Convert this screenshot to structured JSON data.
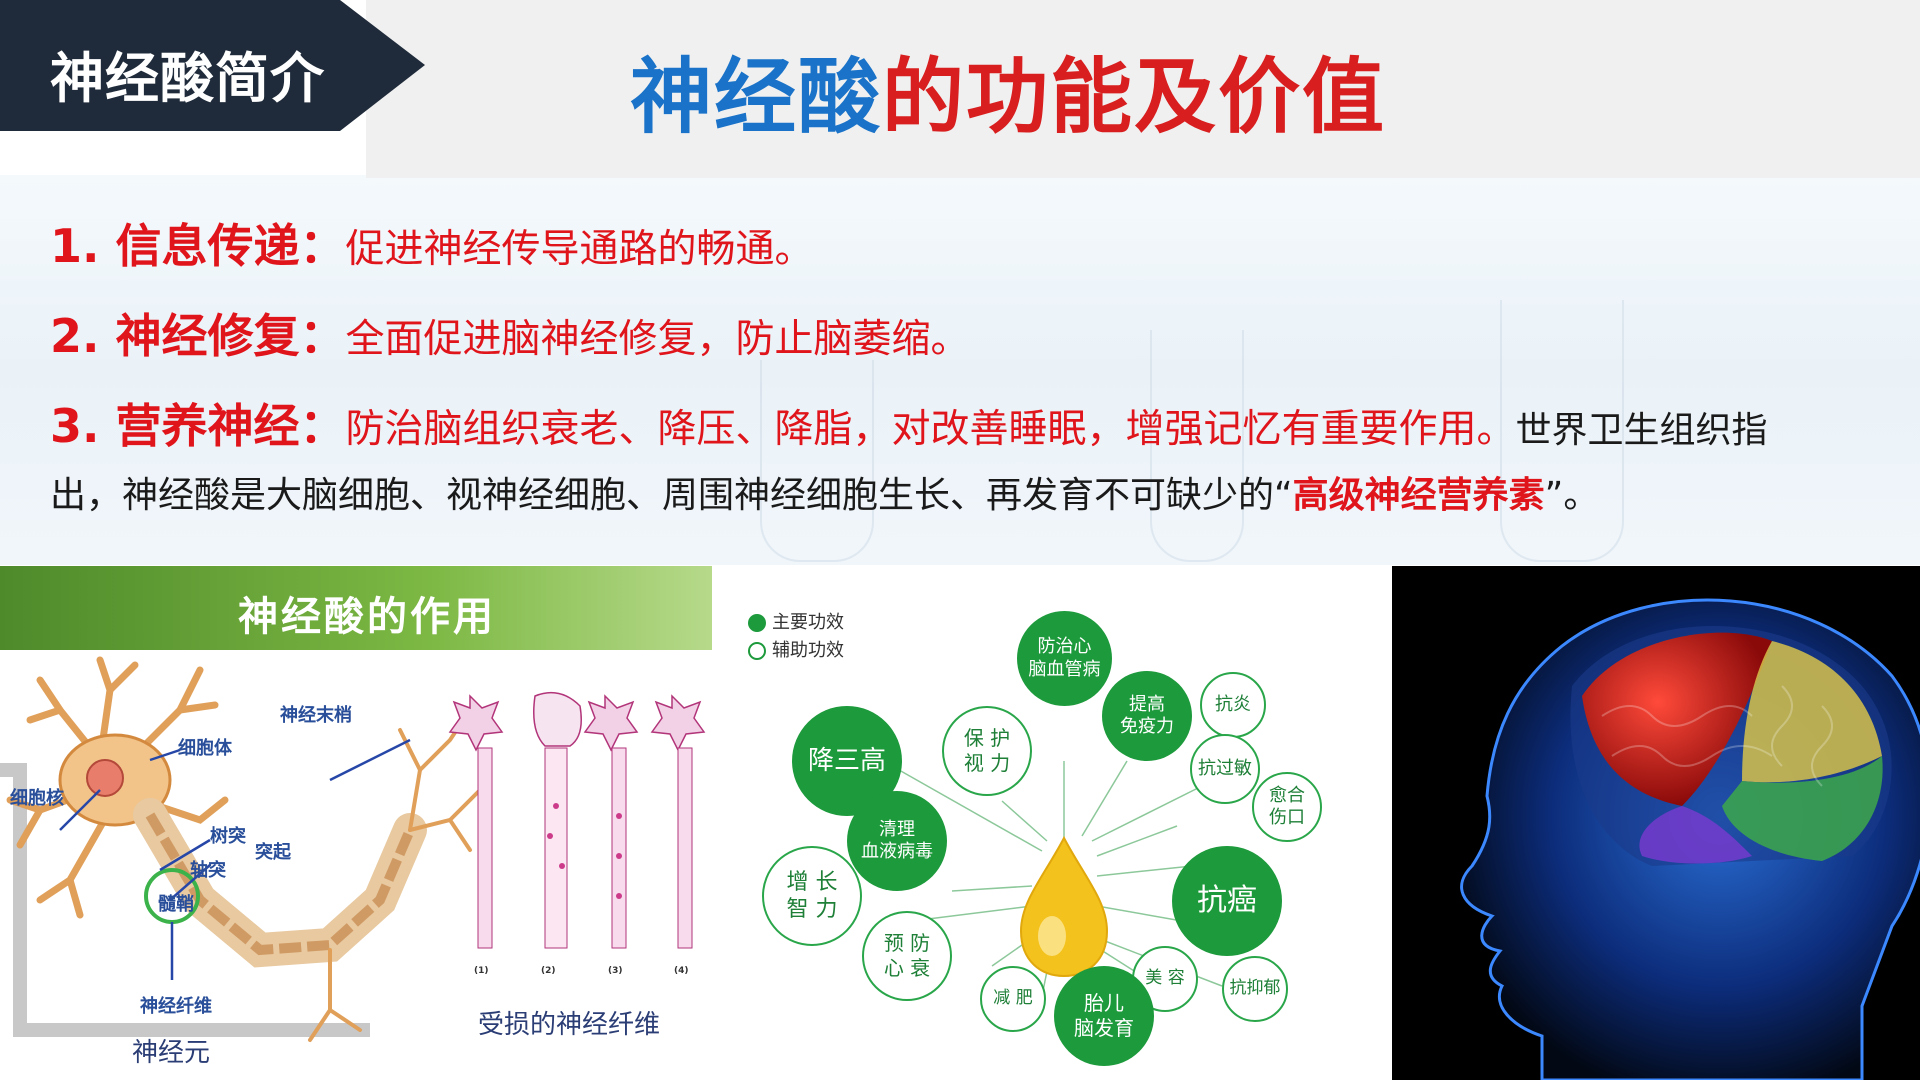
{
  "header": {
    "section_tag": "神经酸简介",
    "title_blue": "神经酸",
    "title_red": "的功能及价值"
  },
  "items": [
    {
      "head": "1. 信息传递：",
      "body": "促进神经传导通路的畅通。"
    },
    {
      "head": "2. 神经修复：",
      "body": "全面促进脑神经修复，防止脑萎缩。"
    },
    {
      "head": "3. 营养神经：",
      "body": "防治脑组织衰老、降压、降脂，对改善睡眠，增强记忆有重要作用。",
      "tail": "世界卫生组织指"
    }
  ],
  "continuation": {
    "text_before": "出，神经酸是大脑细胞、视神经细胞、周围神经细胞生长、再发育不可缺少的“",
    "highlight": "高级神经营养素",
    "text_after": "”。"
  },
  "neuron_panel": {
    "banner": "神经酸的作用",
    "labels": {
      "cell_body": "细胞体",
      "nucleus": "细胞核",
      "dendrite": "树突",
      "axon": "轴突",
      "process": "突起",
      "myelin": "髓鞘",
      "nerve_ending": "神经末梢",
      "nerve_fiber": "神经纤维"
    },
    "caption_neuron": "神经元",
    "caption_damaged": "受损的神经纤维",
    "stage_labels": [
      "(1)",
      "(2)",
      "(3)",
      "(4)"
    ]
  },
  "benefits_panel": {
    "legend_main": "主要功效",
    "legend_aux": "辅助功效",
    "bubbles": [
      {
        "text": "防治心\n脑血管病",
        "kind": "main"
      },
      {
        "text": "提高\n免疫力",
        "kind": "main"
      },
      {
        "text": "抗炎",
        "kind": "aux"
      },
      {
        "text": "降三高",
        "kind": "main"
      },
      {
        "text": "保 护\n视 力",
        "kind": "aux"
      },
      {
        "text": "抗过敏",
        "kind": "aux"
      },
      {
        "text": "愈合\n伤口",
        "kind": "aux"
      },
      {
        "text": "清理\n血液病毒",
        "kind": "main"
      },
      {
        "text": "增 长\n智 力",
        "kind": "aux"
      },
      {
        "text": "抗癌",
        "kind": "main"
      },
      {
        "text": "预 防\n心 衰",
        "kind": "aux"
      },
      {
        "text": "美 容",
        "kind": "aux"
      },
      {
        "text": "减 肥",
        "kind": "aux"
      },
      {
        "text": "抗抑郁",
        "kind": "aux"
      },
      {
        "text": "胎儿\n脑发育",
        "kind": "main"
      }
    ]
  },
  "colors": {
    "dark_tag": "#1f2b3a",
    "title_blue": "#1a73c8",
    "accent_red": "#e0141b",
    "green_main": "#1d9a3c"
  }
}
